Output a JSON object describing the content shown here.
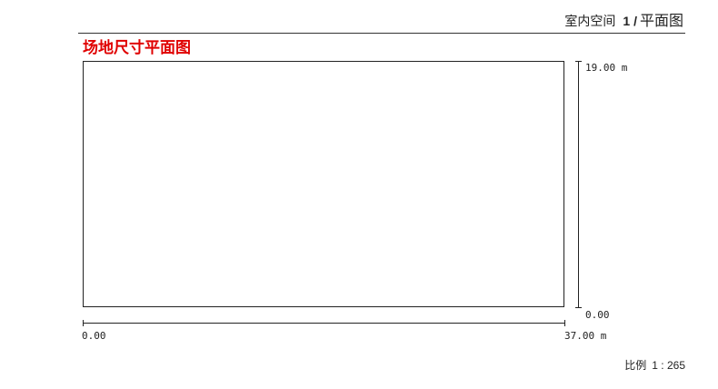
{
  "header": {
    "section": "室内空间",
    "page_number": "1 /",
    "page_subtitle": "平面图"
  },
  "sheet_title": "场地尺寸平面图",
  "dimensions": {
    "vertical_top": "19.00 m",
    "vertical_bottom": "0.00",
    "horizontal_left": "0.00",
    "horizontal_right": "37.00 m"
  },
  "scale": {
    "label": "比例",
    "ratio": "1 : 265"
  }
}
